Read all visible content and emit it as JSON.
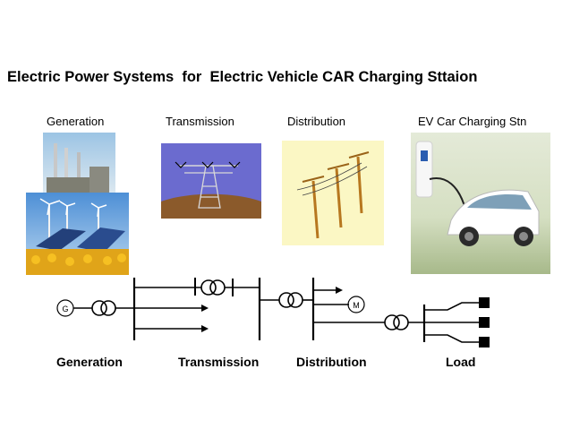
{
  "title": "Electric Power Systems  for  Electric Vehicle CAR Charging Sttaion",
  "panels": {
    "generation": "Generation",
    "transmission": "Transmission",
    "distribution": "Distribution",
    "ev_station": "EV Car Charging Stn"
  },
  "diagram": {
    "generator_symbol": "G",
    "motor_symbol": "M",
    "labels": {
      "generation": "Generation",
      "transmission": "Transmission",
      "distribution": "Distribution",
      "load": "Load"
    }
  }
}
